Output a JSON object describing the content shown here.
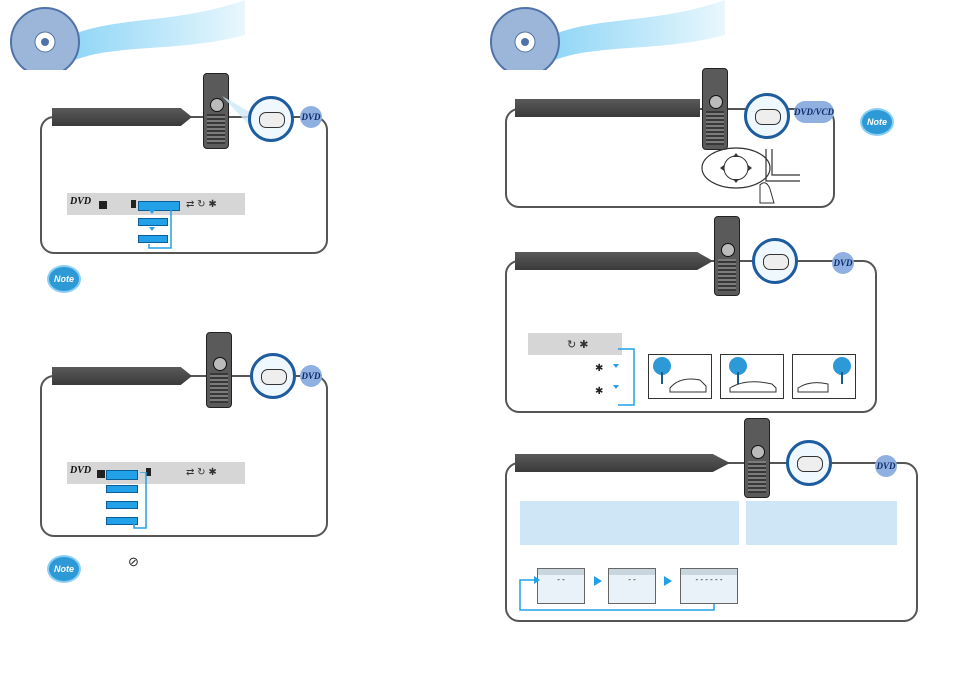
{
  "badges": {
    "dvd": "DVD",
    "dvd_vcd": "DVD/VCD"
  },
  "note_label": "Note",
  "prohibited_symbol": "⊘",
  "screens": {
    "dashes_a": "- -",
    "dashes_b": "- -",
    "dashes_c": "- - - - - -"
  },
  "colors": {
    "accent": "#1e5ca0",
    "panel_border": "#555555",
    "highlight": "#22a0e8",
    "info_bg": "#cfe6f7"
  }
}
